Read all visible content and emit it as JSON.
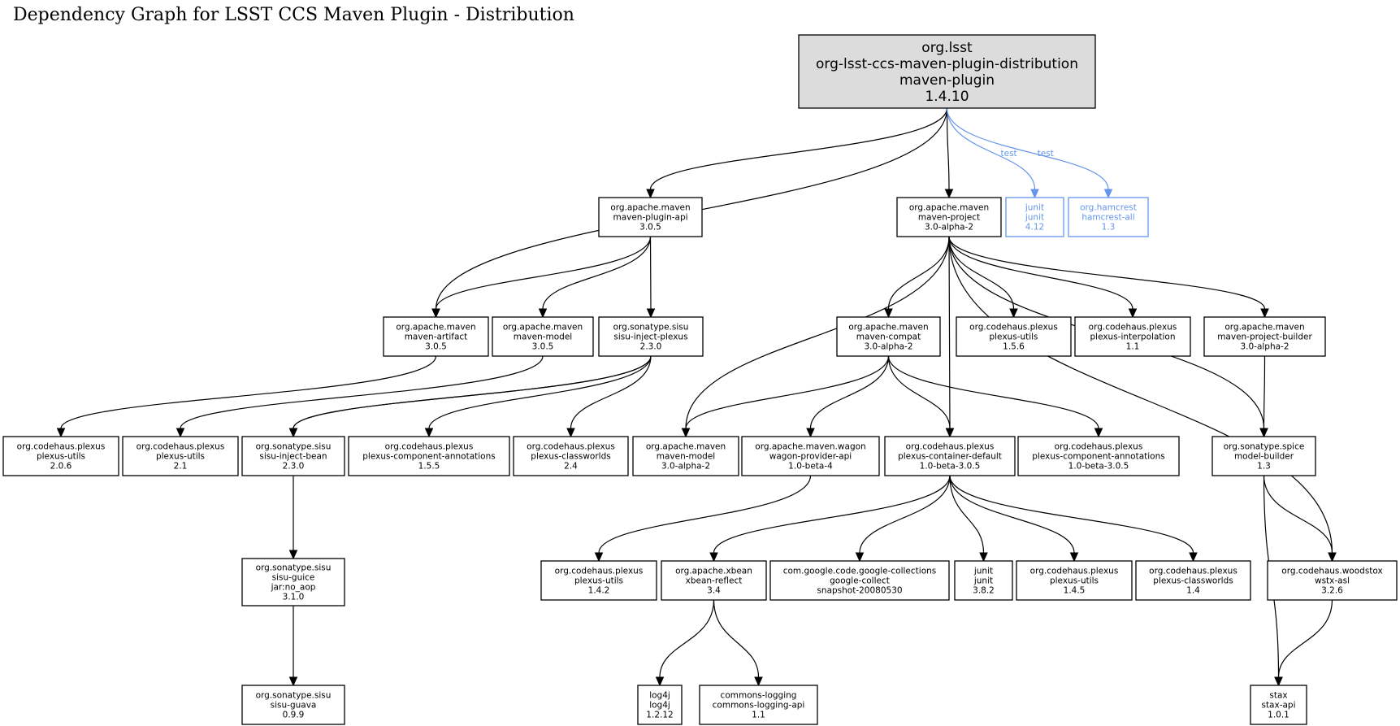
{
  "title": "Dependency Graph for LSST CCS Maven Plugin - Distribution",
  "colors": {
    "test": "#6495ed",
    "root_fill": "#dcdcdc",
    "default": "#000000"
  },
  "nodes": [
    {
      "id": "root",
      "lines": [
        "org.lsst",
        "org-lsst-ccs-maven-plugin-distribution",
        "maven-plugin",
        "1.4.10"
      ],
      "style": "root"
    },
    {
      "id": "plugin-api",
      "lines": [
        "org.apache.maven",
        "maven-plugin-api",
        "3.0.5"
      ]
    },
    {
      "id": "project",
      "lines": [
        "org.apache.maven",
        "maven-project",
        "3.0-alpha-2"
      ]
    },
    {
      "id": "junit412",
      "lines": [
        "junit",
        "junit",
        "4.12"
      ],
      "style": "test"
    },
    {
      "id": "hamcrest",
      "lines": [
        "org.hamcrest",
        "hamcrest-all",
        "1.3"
      ],
      "style": "test"
    },
    {
      "id": "artifact",
      "lines": [
        "org.apache.maven",
        "maven-artifact",
        "3.0.5"
      ]
    },
    {
      "id": "model305",
      "lines": [
        "org.apache.maven",
        "maven-model",
        "3.0.5"
      ]
    },
    {
      "id": "inject-plexus",
      "lines": [
        "org.sonatype.sisu",
        "sisu-inject-plexus",
        "2.3.0"
      ]
    },
    {
      "id": "compat",
      "lines": [
        "org.apache.maven",
        "maven-compat",
        "3.0-alpha-2"
      ]
    },
    {
      "id": "putils156",
      "lines": [
        "org.codehaus.plexus",
        "plexus-utils",
        "1.5.6"
      ]
    },
    {
      "id": "interp",
      "lines": [
        "org.codehaus.plexus",
        "plexus-interpolation",
        "1.1"
      ]
    },
    {
      "id": "proj-builder",
      "lines": [
        "org.apache.maven",
        "maven-project-builder",
        "3.0-alpha-2"
      ]
    },
    {
      "id": "putils206",
      "lines": [
        "org.codehaus.plexus",
        "plexus-utils",
        "2.0.6"
      ]
    },
    {
      "id": "putils21",
      "lines": [
        "org.codehaus.plexus",
        "plexus-utils",
        "2.1"
      ]
    },
    {
      "id": "inject-bean",
      "lines": [
        "org.sonatype.sisu",
        "sisu-inject-bean",
        "2.3.0"
      ]
    },
    {
      "id": "pca155",
      "lines": [
        "org.codehaus.plexus",
        "plexus-component-annotations",
        "1.5.5"
      ]
    },
    {
      "id": "classworlds24",
      "lines": [
        "org.codehaus.plexus",
        "plexus-classworlds",
        "2.4"
      ]
    },
    {
      "id": "model-a2",
      "lines": [
        "org.apache.maven",
        "maven-model",
        "3.0-alpha-2"
      ]
    },
    {
      "id": "wagon",
      "lines": [
        "org.apache.maven.wagon",
        "wagon-provider-api",
        "1.0-beta-4"
      ]
    },
    {
      "id": "container",
      "lines": [
        "org.codehaus.plexus",
        "plexus-container-default",
        "1.0-beta-3.0.5"
      ]
    },
    {
      "id": "pca-b305",
      "lines": [
        "org.codehaus.plexus",
        "plexus-component-annotations",
        "1.0-beta-3.0.5"
      ]
    },
    {
      "id": "model-builder",
      "lines": [
        "org.sonatype.spice",
        "model-builder",
        "1.3"
      ]
    },
    {
      "id": "guice",
      "lines": [
        "org.sonatype.sisu",
        "sisu-guice",
        "jar:no_aop",
        "3.1.0"
      ]
    },
    {
      "id": "putils142",
      "lines": [
        "org.codehaus.plexus",
        "plexus-utils",
        "1.4.2"
      ]
    },
    {
      "id": "xbean",
      "lines": [
        "org.apache.xbean",
        "xbean-reflect",
        "3.4"
      ]
    },
    {
      "id": "gcollect",
      "lines": [
        "com.google.code.google-collections",
        "google-collect",
        "snapshot-20080530"
      ]
    },
    {
      "id": "junit382",
      "lines": [
        "junit",
        "junit",
        "3.8.2"
      ]
    },
    {
      "id": "putils145",
      "lines": [
        "org.codehaus.plexus",
        "plexus-utils",
        "1.4.5"
      ]
    },
    {
      "id": "classworlds14",
      "lines": [
        "org.codehaus.plexus",
        "plexus-classworlds",
        "1.4"
      ]
    },
    {
      "id": "wstx",
      "lines": [
        "org.codehaus.woodstox",
        "wstx-asl",
        "3.2.6"
      ]
    },
    {
      "id": "guava",
      "lines": [
        "org.sonatype.sisu",
        "sisu-guava",
        "0.9.9"
      ]
    },
    {
      "id": "log4j",
      "lines": [
        "log4j",
        "log4j",
        "1.2.12"
      ]
    },
    {
      "id": "commons-logging",
      "lines": [
        "commons-logging",
        "commons-logging-api",
        "1.1"
      ]
    },
    {
      "id": "stax",
      "lines": [
        "stax",
        "stax-api",
        "1.0.1"
      ]
    }
  ],
  "edges": [
    {
      "from": "root",
      "to": "artifact"
    },
    {
      "from": "root",
      "to": "plugin-api"
    },
    {
      "from": "root",
      "to": "project"
    },
    {
      "from": "root",
      "to": "junit412",
      "label": "test",
      "style": "test"
    },
    {
      "from": "root",
      "to": "hamcrest",
      "label": "test",
      "style": "test"
    },
    {
      "from": "plugin-api",
      "to": "artifact"
    },
    {
      "from": "plugin-api",
      "to": "model305"
    },
    {
      "from": "plugin-api",
      "to": "inject-plexus"
    },
    {
      "from": "artifact",
      "to": "putils206"
    },
    {
      "from": "model305",
      "to": "putils21"
    },
    {
      "from": "inject-plexus",
      "to": "inject-bean"
    },
    {
      "from": "inject-plexus",
      "to": "inject-bean"
    },
    {
      "from": "inject-plexus",
      "to": "pca155"
    },
    {
      "from": "inject-plexus",
      "to": "classworlds24"
    },
    {
      "from": "inject-bean",
      "to": "guice"
    },
    {
      "from": "guice",
      "to": "guava"
    },
    {
      "from": "project",
      "to": "model-a2"
    },
    {
      "from": "project",
      "to": "compat"
    },
    {
      "from": "project",
      "to": "container"
    },
    {
      "from": "project",
      "to": "putils156"
    },
    {
      "from": "project",
      "to": "interp"
    },
    {
      "from": "project",
      "to": "model-builder"
    },
    {
      "from": "project",
      "to": "proj-builder"
    },
    {
      "from": "project",
      "to": "wstx"
    },
    {
      "from": "compat",
      "to": "model-a2"
    },
    {
      "from": "compat",
      "to": "wagon"
    },
    {
      "from": "compat",
      "to": "container"
    },
    {
      "from": "compat",
      "to": "pca-b305"
    },
    {
      "from": "proj-builder",
      "to": "model-builder"
    },
    {
      "from": "wagon",
      "to": "putils142"
    },
    {
      "from": "container",
      "to": "xbean"
    },
    {
      "from": "container",
      "to": "gcollect"
    },
    {
      "from": "container",
      "to": "junit382"
    },
    {
      "from": "container",
      "to": "putils145"
    },
    {
      "from": "container",
      "to": "classworlds14"
    },
    {
      "from": "xbean",
      "to": "log4j"
    },
    {
      "from": "xbean",
      "to": "commons-logging"
    },
    {
      "from": "model-builder",
      "to": "wstx"
    },
    {
      "from": "model-builder",
      "to": "stax"
    },
    {
      "from": "wstx",
      "to": "stax"
    }
  ]
}
